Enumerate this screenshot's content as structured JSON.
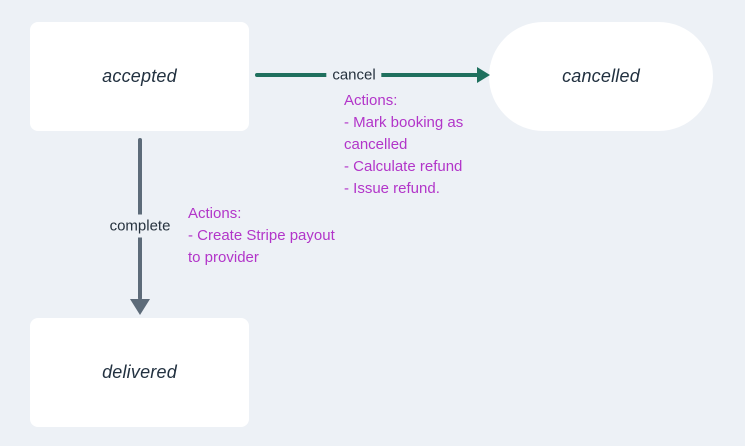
{
  "diagram": {
    "background_color": "#edf1f6",
    "node_fill_color": "#ffffff",
    "node_text_color": "#223140",
    "cancel_edge_color": "#1f705e",
    "complete_edge_color": "#5d6b79",
    "actions_text_color": "#b235c9",
    "nodes": [
      {
        "id": "accepted",
        "label": "accepted",
        "shape": "rect"
      },
      {
        "id": "cancelled",
        "label": "cancelled",
        "shape": "stadium"
      },
      {
        "id": "delivered",
        "label": "delivered",
        "shape": "rect"
      }
    ],
    "edges": [
      {
        "from": "accepted",
        "to": "cancelled",
        "label": "cancel",
        "action_lines": [
          "Actions:",
          "- Mark booking as",
          "cancelled",
          "- Calculate refund",
          "- Issue refund."
        ]
      },
      {
        "from": "accepted",
        "to": "delivered",
        "label": "complete",
        "action_lines": [
          "Actions:",
          "- Create Stripe payout",
          "to provider"
        ]
      }
    ]
  }
}
